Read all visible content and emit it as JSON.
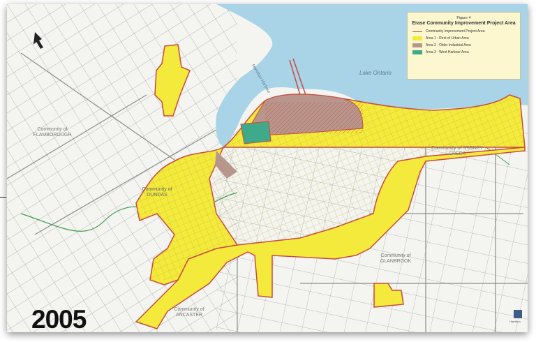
{
  "legend": {
    "figure": "Figure 4",
    "title": "Erase Community Improvement Project Area",
    "items": [
      {
        "label": "Community Improvement Project Area",
        "color": "#c94a3e",
        "kind": "line"
      },
      {
        "label": "Area 1 - Rest of Urban Area",
        "color": "#f3ea3c",
        "kind": "fill"
      },
      {
        "label": "Area 2 - Older Industrial Area",
        "color": "#b9968c",
        "kind": "fill"
      },
      {
        "label": "Area 3 - West Harbour Area",
        "color": "#3faa8a",
        "kind": "fill"
      }
    ]
  },
  "labels": {
    "lake_ontario": "Lake Ontario",
    "harbour": "Hamilton Harbour",
    "flamborough": "Community of FLAMBOROUGH",
    "dundas": "Community of DUNDAS",
    "stoney_creek": "Community of STONEY CREEK",
    "glanbrook": "Community of GLANBROOK",
    "ancaster": "Community of ANCASTER"
  },
  "year": "2005",
  "logo_text": "Hamilton",
  "colors": {
    "water": "#a9d3e6",
    "area1": "#f3ea3c",
    "area2": "#b9968c",
    "area3": "#3faa8a",
    "boundary": "#c94a3e",
    "land": "#f4f4f0",
    "roads": "#9a9a9a"
  }
}
